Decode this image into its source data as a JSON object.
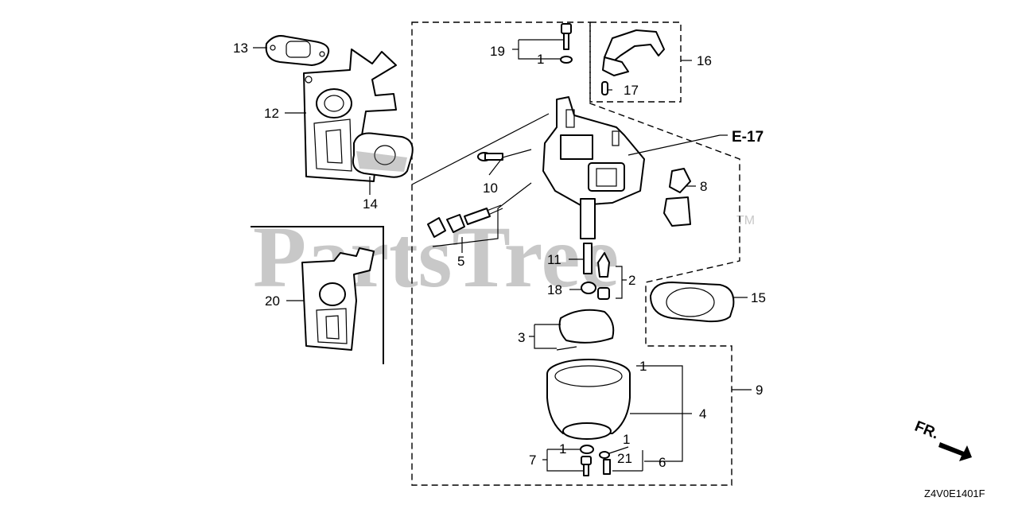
{
  "watermark": {
    "text": "PartsTree",
    "trademark": "TM"
  },
  "callouts": [
    {
      "id": "c13",
      "text": "13"
    },
    {
      "id": "c12",
      "text": "12"
    },
    {
      "id": "c14",
      "text": "14"
    },
    {
      "id": "c20",
      "text": "20"
    },
    {
      "id": "c19",
      "text": "19"
    },
    {
      "id": "c1a",
      "text": "1"
    },
    {
      "id": "c16",
      "text": "16"
    },
    {
      "id": "c17",
      "text": "17"
    },
    {
      "id": "c10",
      "text": "10"
    },
    {
      "id": "c8",
      "text": "8"
    },
    {
      "id": "c5",
      "text": "5"
    },
    {
      "id": "c11",
      "text": "11"
    },
    {
      "id": "c2",
      "text": "2"
    },
    {
      "id": "c18",
      "text": "18"
    },
    {
      "id": "c15",
      "text": "15"
    },
    {
      "id": "c3",
      "text": "3"
    },
    {
      "id": "c1b",
      "text": "1"
    },
    {
      "id": "c9",
      "text": "9"
    },
    {
      "id": "c4",
      "text": "4"
    },
    {
      "id": "c1c",
      "text": "1"
    },
    {
      "id": "c1d",
      "text": "1"
    },
    {
      "id": "c7",
      "text": "7"
    },
    {
      "id": "c21",
      "text": "21"
    },
    {
      "id": "c6",
      "text": "6"
    }
  ],
  "reference": {
    "text": "E-17"
  },
  "direction": {
    "text": "FR."
  },
  "diagram_code": {
    "text": "Z4V0E1401F"
  },
  "icons": [
    "direction-arrow-icon"
  ]
}
